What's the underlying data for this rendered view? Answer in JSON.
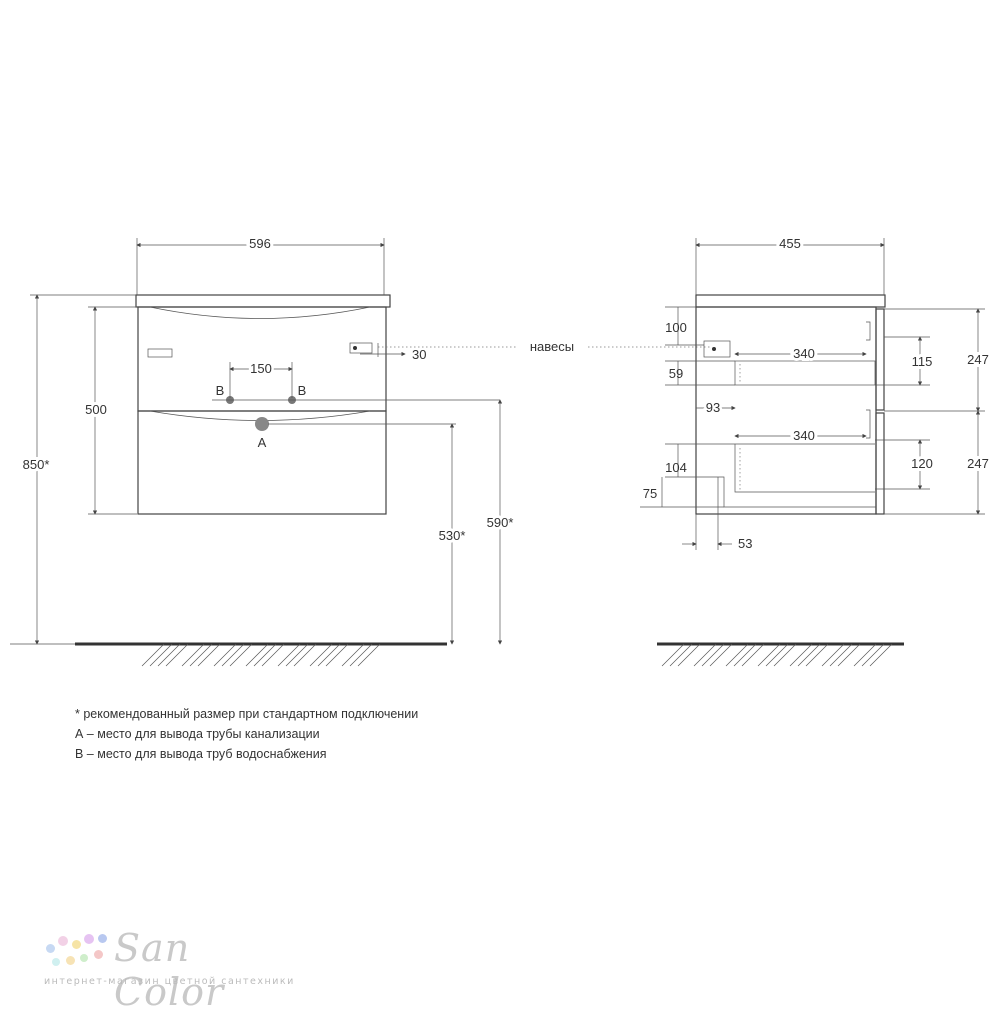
{
  "front_view": {
    "width_label": "596",
    "spacing_label": "150",
    "height_500_label": "500",
    "height_850_label": "850*",
    "height_530_label": "530*",
    "height_590_label": "590*",
    "offset_30_label": "30",
    "b_left_label": "B",
    "b_right_label": "B",
    "a_label": "A"
  },
  "hinges_label": "навесы",
  "side_view": {
    "depth_label": "455",
    "d100_label": "100",
    "d59_label": "59",
    "d93_label": "93",
    "d104_label": "104",
    "d75_label": "75",
    "d53_label": "53",
    "drawer_top_label": "340",
    "drawer_bottom_label": "340",
    "h115_label": "115",
    "h120_label": "120",
    "h247_top_label": "247",
    "h247_bottom_label": "247"
  },
  "notes": {
    "line1": "* рекомендованный размер при стандартном подключении",
    "line2": "А – место для вывода трубы канализации",
    "line3": "В – место для вывода труб водоснабжения"
  },
  "logo": {
    "name": "San Color",
    "tagline": "интернет-магазин цветной сантехники"
  },
  "colors": {
    "lines": "#444444",
    "text": "#333333",
    "logo": "#c9c9c9"
  }
}
